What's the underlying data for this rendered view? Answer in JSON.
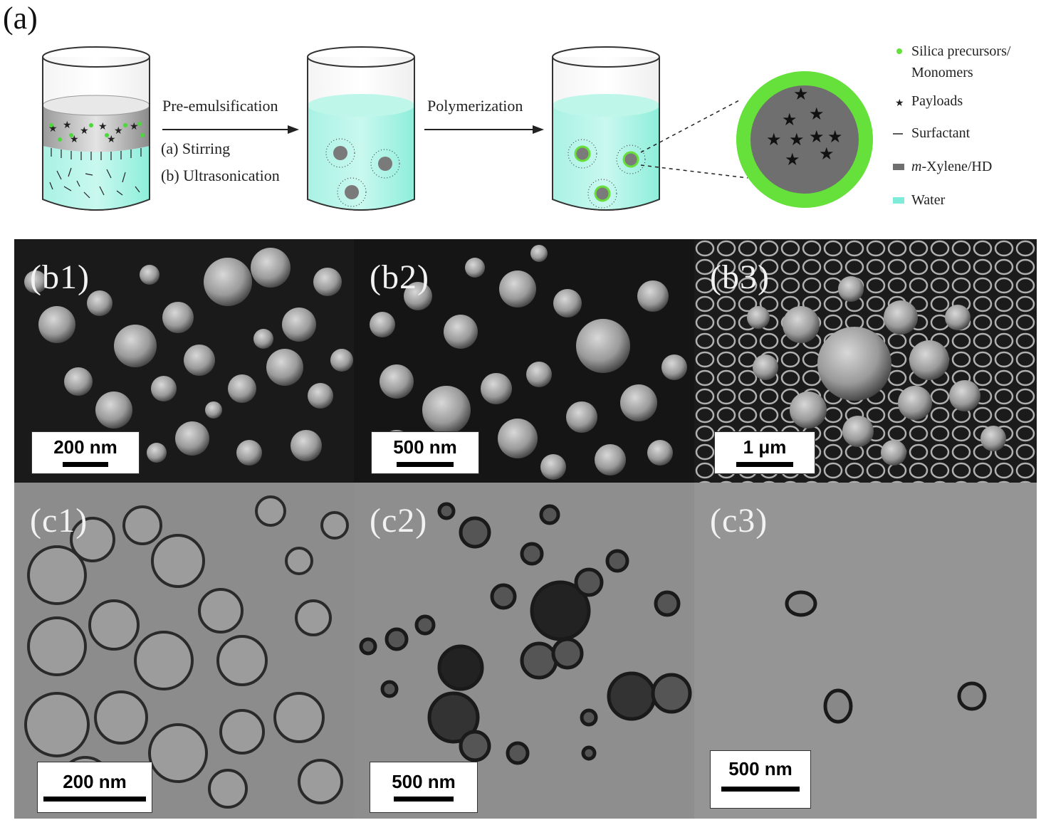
{
  "panel_a": {
    "label": "(a)",
    "step1_title": "Pre-emulsification",
    "step1_opt1": "(a) Stirring",
    "step1_opt2": "(b) Ultrasonication",
    "step2_title": "Polymerization"
  },
  "legend": {
    "items": [
      {
        "name": "silica-precursors",
        "line1": "Silica precursors/",
        "line2": "Monomers",
        "color": "#66e03a"
      },
      {
        "name": "payloads",
        "line1": "Payloads",
        "color": "#222222"
      },
      {
        "name": "surfactant",
        "line1": "Surfactant",
        "color": "#222222"
      },
      {
        "name": "xylene",
        "prefix": "m",
        "line1": "-Xylene/HD",
        "color": "#6f6f6f"
      },
      {
        "name": "water",
        "line1": "Water",
        "color": "#7eecd8"
      }
    ]
  },
  "micrographs": [
    {
      "label": "(b1)",
      "scale": "200 nm",
      "type": "SEM"
    },
    {
      "label": "(b2)",
      "scale": "500 nm",
      "type": "SEM"
    },
    {
      "label": "(b3)",
      "scale": "1 μm",
      "type": "SEM"
    },
    {
      "label": "(c1)",
      "scale": "200 nm",
      "type": "TEM"
    },
    {
      "label": "(c2)",
      "scale": "500 nm",
      "type": "TEM"
    },
    {
      "label": "(c3)",
      "scale": "500 nm",
      "type": "TEM"
    }
  ],
  "colors": {
    "water": "#7eecd8",
    "shell": "#66e03a",
    "core": "#6f6f6f",
    "sem_bg": "#161616",
    "tem_bg": "#8e8e8e"
  }
}
